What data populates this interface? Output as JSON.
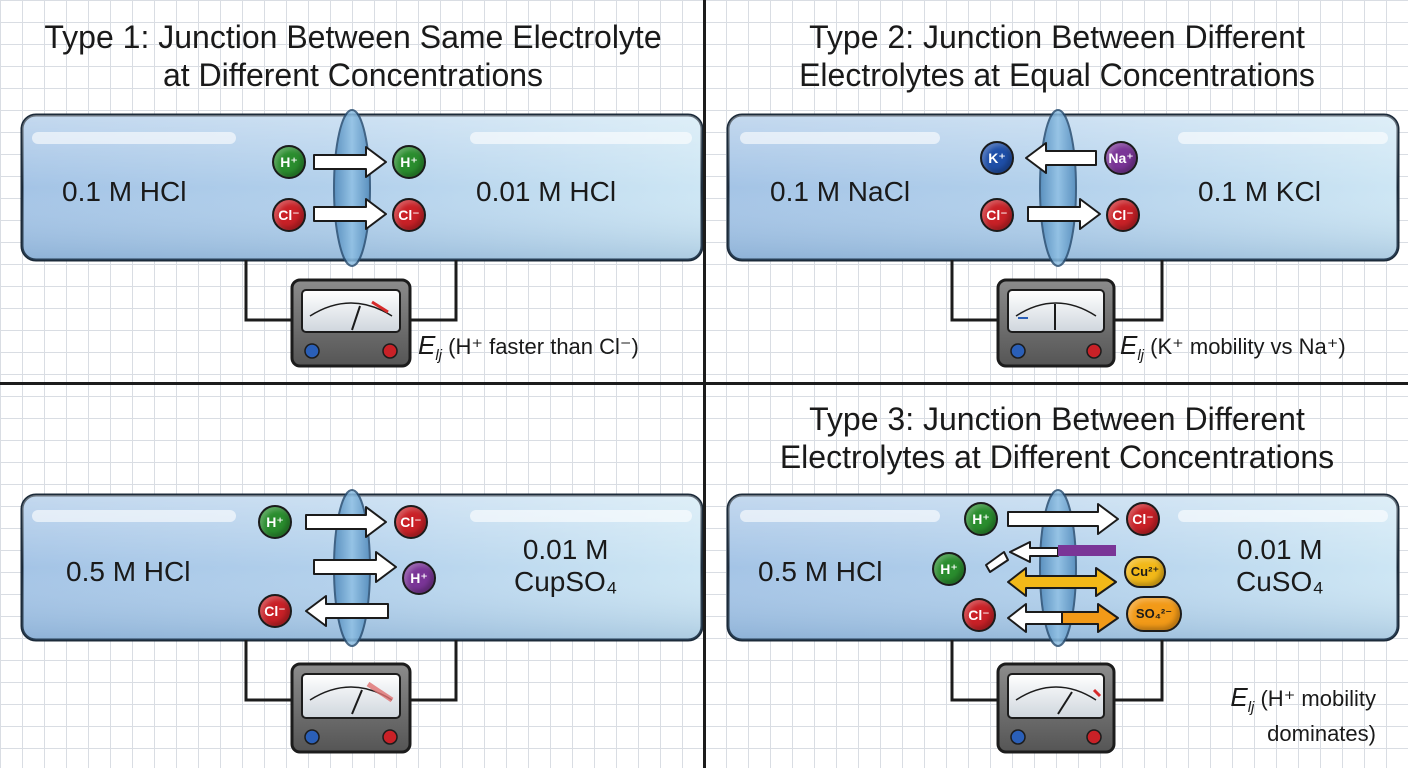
{
  "panels": [
    {
      "title_lines": [
        "Type 1: Junction Between Same Electrolyte",
        "at Different Concentrations"
      ],
      "left_solution": [
        "0.1 M HCl"
      ],
      "right_solution": [
        "0.01 M HCl"
      ],
      "ions": {
        "row1": {
          "left": "H⁺",
          "right": "H⁺",
          "arrow": "right"
        },
        "row2": {
          "left": "Cl⁻",
          "right": "Cl⁻",
          "arrow": "right"
        }
      },
      "meter_note": {
        "symbol": "E",
        "subscript": "lj",
        "text": "(H⁺ faster than Cl⁻)"
      }
    },
    {
      "title_lines": [
        "Type 2: Junction Between Different",
        "Electrolytes at Equal Concentrations"
      ],
      "left_solution": [
        "0.1 M NaCl"
      ],
      "right_solution": [
        "0.1 M KCl"
      ],
      "ions": {
        "row1": {
          "left": "K⁺",
          "right": "Na⁺",
          "arrow": "left"
        },
        "row2": {
          "left": "Cl⁻",
          "right": "Cl⁻",
          "arrow": "right"
        }
      },
      "meter_note": {
        "symbol": "E",
        "subscript": "lj",
        "text": "(K⁺ mobility vs Na⁺)"
      }
    },
    {
      "title_lines": [],
      "left_solution": [
        "0.5 M HCl"
      ],
      "right_solution": [
        "0.01 M",
        "CupSO₄"
      ],
      "ions": {
        "row1": {
          "left": "H⁺",
          "right": "Cl⁻",
          "arrow": "right"
        },
        "row2": {
          "right": "H⁺",
          "arrow": "right"
        },
        "row3": {
          "left": "Cl⁻",
          "arrow": "left"
        }
      }
    },
    {
      "title_lines": [
        "Type 3: Junction Between Different",
        "Electrolytes at Different Concentrations"
      ],
      "left_solution": [
        "0.5 M HCl"
      ],
      "right_solution": [
        "0.01 M",
        "CuSO₄"
      ],
      "ions": {
        "row1": {
          "left": "H⁺",
          "right": "Cl⁻",
          "arrow": "right"
        },
        "row2": {
          "left": "H⁺",
          "right": "Cu²⁺",
          "arrow": "both"
        },
        "row3": {
          "left": "Cl⁻",
          "right": "SO₄²⁻",
          "arrow": "both"
        }
      },
      "meter_note": {
        "symbol": "E",
        "subscript": "lj",
        "lines": [
          "(H⁺ mobility",
          "dominates)"
        ]
      }
    }
  ],
  "colors": {
    "tube_left": "#a9c8e8",
    "tube_right": "#c6e2f2",
    "hydrogen": "#2a8d2e",
    "chloride": "#c92127",
    "potassium": "#1f4fa8",
    "sodium": "#7a3597",
    "copper": "#f2b818",
    "sulfate": "#f29a18",
    "meter_needle": "#1a1a1a",
    "meter_mark": "#d62a2a"
  }
}
